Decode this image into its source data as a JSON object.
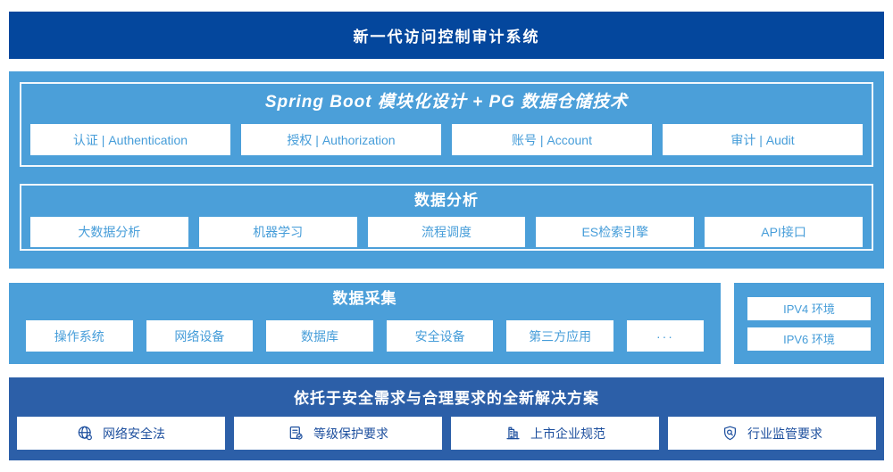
{
  "colors": {
    "banner_blue": "#04479D",
    "panel_blue": "#4B9FD9",
    "solution_blue": "#2C5FA8",
    "box_text_blue": "#469DD9",
    "solution_text_blue": "#1D4F9E"
  },
  "banner": {
    "title": "新一代访问控制审计系统"
  },
  "platform": {
    "springboot": {
      "title": "Spring Boot 模块化设计 + PG 数据仓储技术",
      "items": [
        "认证 | Authentication",
        "授权 | Authorization",
        "账号 | Account",
        "审计 | Audit"
      ]
    },
    "analysis": {
      "title": "数据分析",
      "items": [
        "大数据分析",
        "机器学习",
        "流程调度",
        "ES检索引擎",
        "API接口"
      ]
    }
  },
  "collection": {
    "title": "数据采集",
    "items": [
      "操作系统",
      "网络设备",
      "数据库",
      "安全设备",
      "第三方应用",
      "···"
    ]
  },
  "environments": {
    "items": [
      "IPV4 环境",
      "IPV6 环境"
    ]
  },
  "solution": {
    "title": "依托于安全需求与合理要求的全新解决方案",
    "items": [
      {
        "icon": "globe-icon",
        "label": "网络安全法"
      },
      {
        "icon": "document-check-icon",
        "label": "等级保护要求"
      },
      {
        "icon": "building-icon",
        "label": "上市企业规范"
      },
      {
        "icon": "shield-search-icon",
        "label": "行业监管要求"
      }
    ]
  }
}
